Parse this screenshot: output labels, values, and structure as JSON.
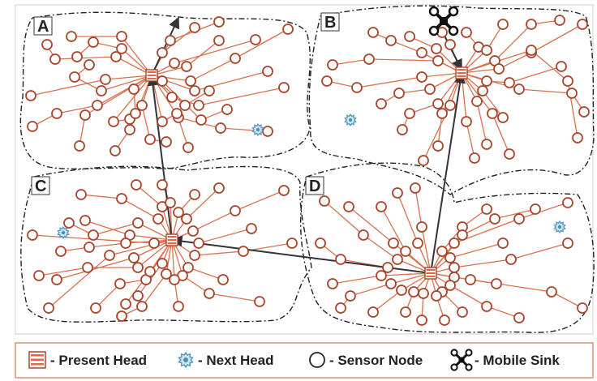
{
  "zones": [
    {
      "label": "A"
    },
    {
      "label": "B"
    },
    {
      "label": "C"
    },
    {
      "label": "D"
    }
  ],
  "legend": {
    "present_head": "- Present Head",
    "next_head": "- Next Head",
    "sensor_node": "- Sensor Node",
    "mobile_sink": "- Mobile Sink"
  },
  "colors": {
    "link": "#d9704f",
    "node_stroke": "#a8452a",
    "head_fill": "#e8654a",
    "next_head": "#4a90b8",
    "path": "#333333",
    "boundary": "#222222",
    "legend_border": "#d9704f"
  },
  "icons": {
    "present_head": "striped-square-icon",
    "next_head": "star-badge-icon",
    "sensor_node": "circle-icon",
    "mobile_sink": "quadcopter-icon"
  }
}
